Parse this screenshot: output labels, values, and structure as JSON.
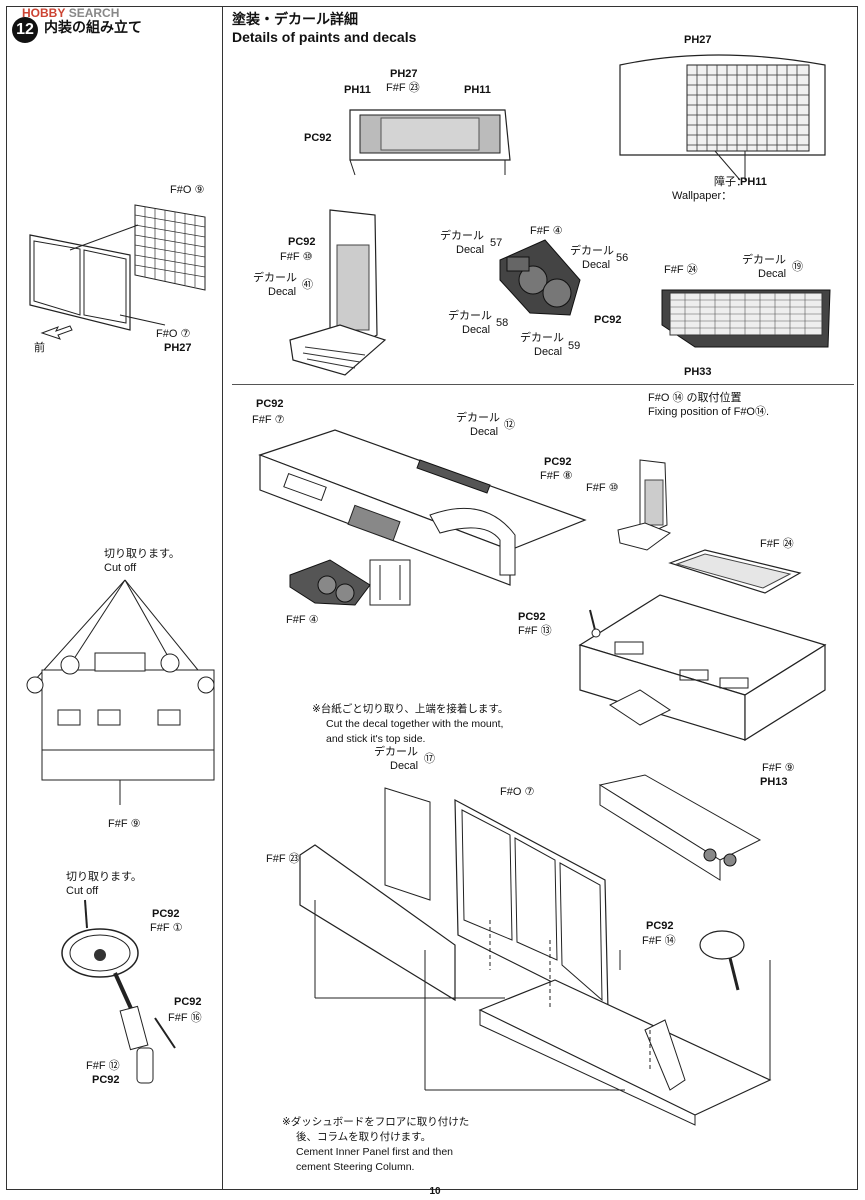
{
  "header": {
    "logo_a": "HOBBY",
    "logo_b": "SEARCH"
  },
  "step": {
    "number": "12",
    "title_jp": "内装の組み立て"
  },
  "section": {
    "title_jp": "塗装・デカール詳細",
    "title_en": "Details of paints and decals"
  },
  "labels": {
    "ph27": "PH27",
    "ph11": "PH11",
    "ph33": "PH33",
    "ph13": "PH13",
    "pc92": "PC92",
    "ff23": "F#F ㉓",
    "ff10": "F#F ⑩",
    "ff4": "F#F ④",
    "ff24": "F#F ㉔",
    "ff7": "F#F ⑦",
    "ff8": "F#F ⑧",
    "ff13": "F#F ⑬",
    "ff9": "F#F ⑨",
    "ff14": "F#F ⑭",
    "ff1": "F#F ①",
    "ff16": "F#F ⑯",
    "ff12": "F#F ⑫",
    "fo9": "F#O ⑨",
    "fo7": "F#O ⑦",
    "decal_jp": "デカール",
    "decal_en": "Decal",
    "decal41": "㊶",
    "decal57": "57",
    "decal56": "56",
    "decal58": "58",
    "decal59": "59",
    "decal19": "⑲",
    "decal12": "⑫",
    "decal17": "⑰",
    "wallpaper_jp": "障子：",
    "wallpaper_en": "Wallpaper：",
    "front": "前",
    "cutoff_jp": "切り取ります。",
    "cutoff_en": "Cut off",
    "fixing_jp": "F#O ⑭ の取付位置",
    "fixing_en": "Fixing position of F#O⑭."
  },
  "notes": {
    "mount_jp": "※台紙ごと切り取り、上端を接着します。",
    "mount_en1": "Cut the decal together with the mount,",
    "mount_en2": "and stick it's top side.",
    "dash_jp1": "※ダッシュボードをフロアに取り付けた",
    "dash_jp2": "後、コラムを取り付けます。",
    "dash_en1": "Cement Inner Panel first and then",
    "dash_en2": "cement Steering Column."
  },
  "page": {
    "number": "10"
  }
}
